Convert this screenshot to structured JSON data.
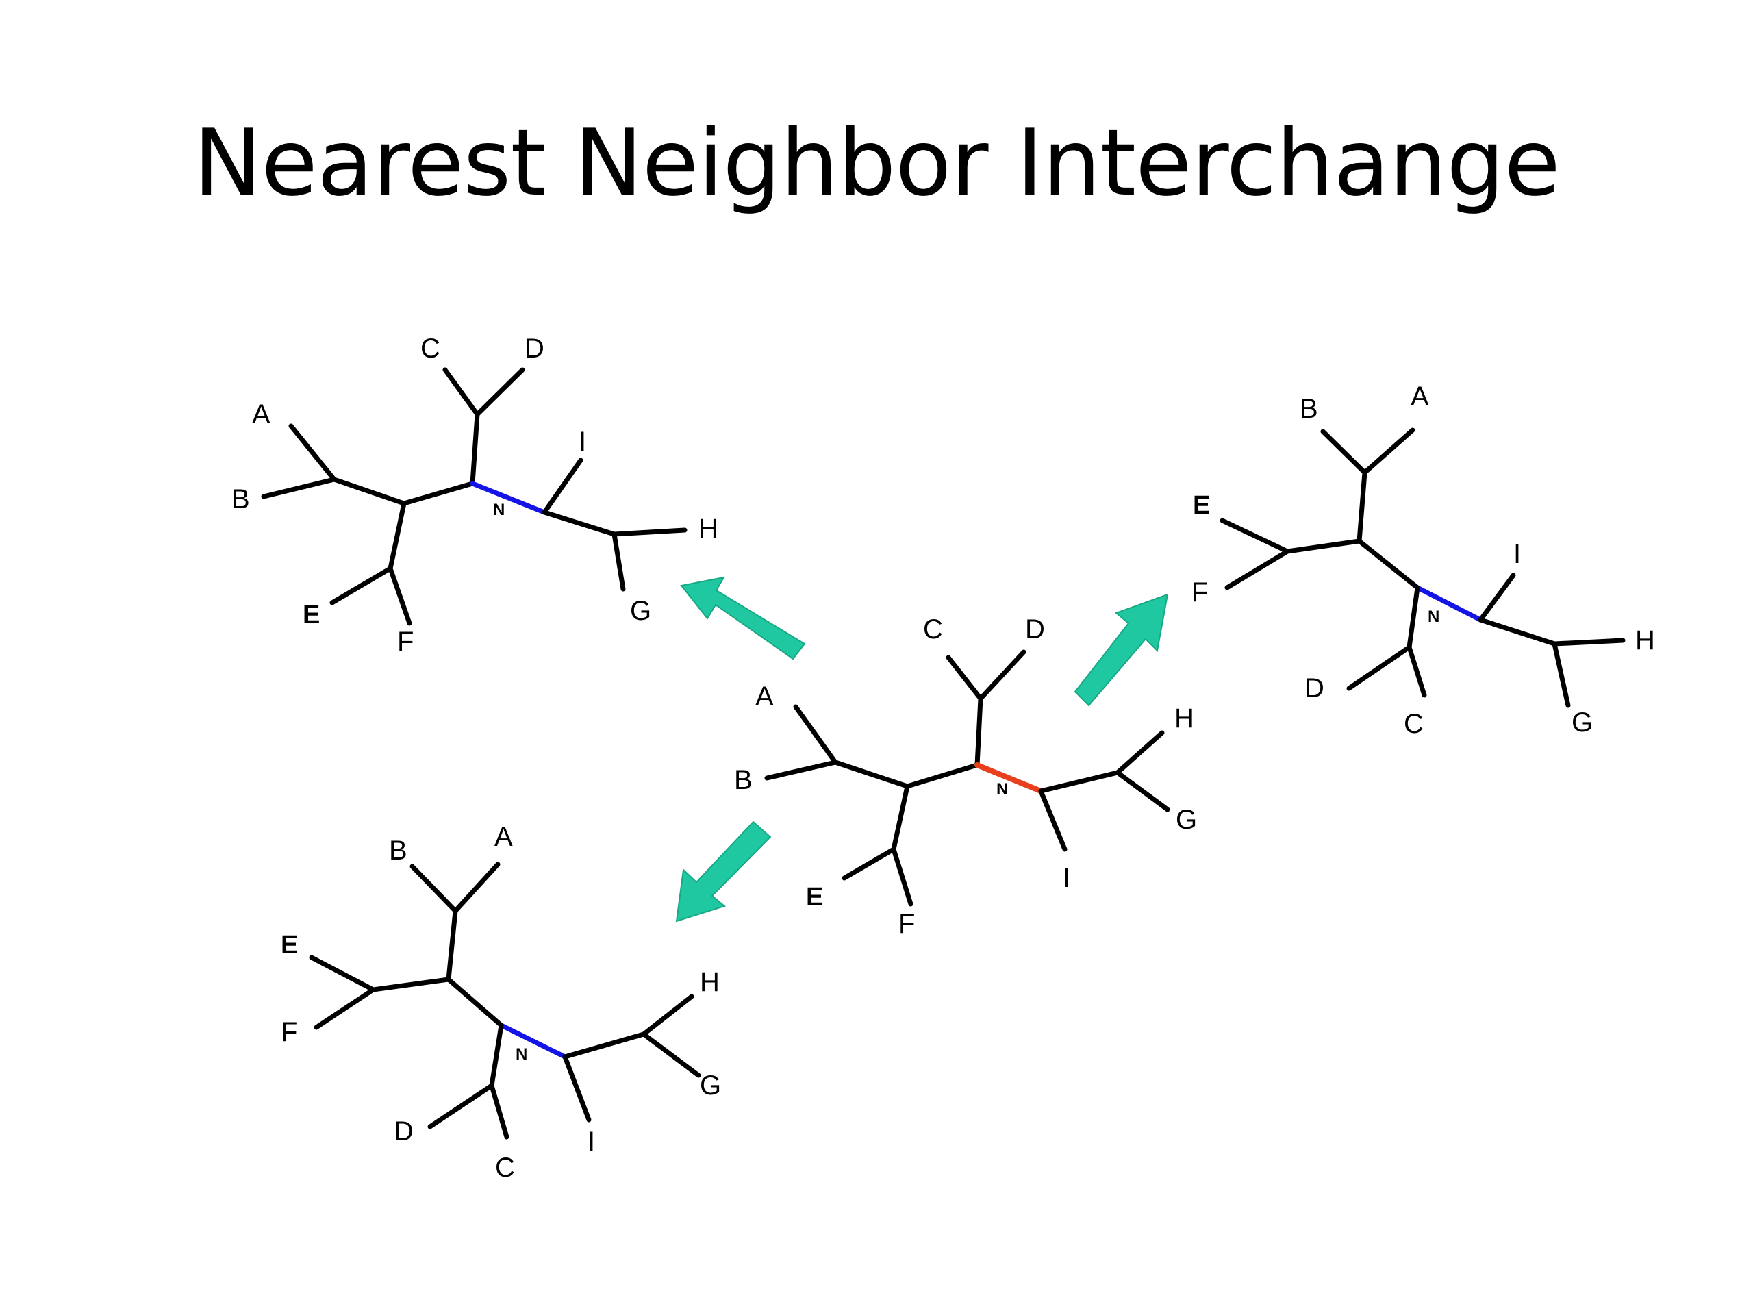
{
  "title": "Nearest Neighbor Interchange",
  "colors": {
    "arrow": "#1fc8a0",
    "central_edge_original": "#e8401c",
    "central_edge_swapped": "#1414e6"
  },
  "trees": {
    "center": {
      "labels": [
        "A",
        "B",
        "C",
        "D",
        "E",
        "F",
        "G",
        "H",
        "I"
      ]
    },
    "top_left": {
      "labels": [
        "A",
        "B",
        "C",
        "D",
        "E",
        "F",
        "G",
        "H",
        "I"
      ]
    },
    "top_right": {
      "labels": [
        "A",
        "B",
        "C",
        "D",
        "E",
        "F",
        "G",
        "H",
        "I"
      ]
    },
    "bottom_left": {
      "labels": [
        "A",
        "B",
        "C",
        "D",
        "E",
        "F",
        "G",
        "H",
        "I"
      ]
    }
  }
}
